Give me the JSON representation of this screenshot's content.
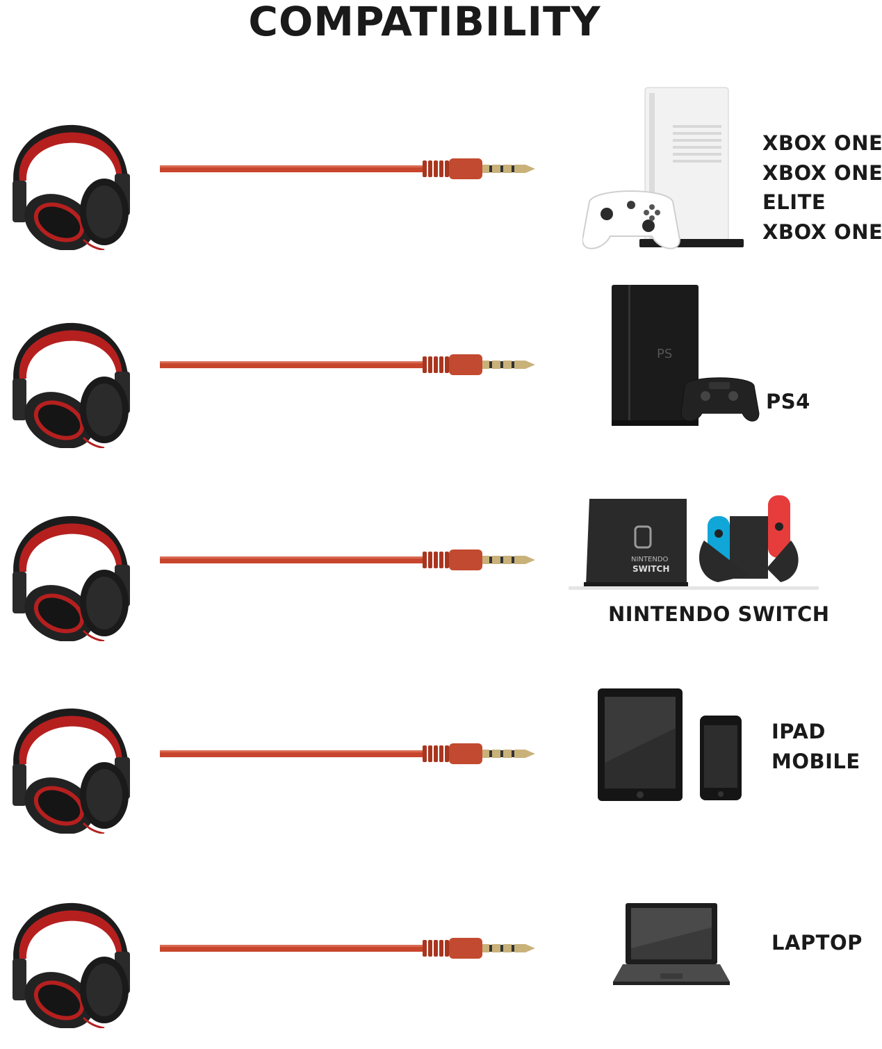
{
  "title": "COMPATIBILITY",
  "rows": [
    {
      "device": "xbox-console-icon",
      "labels": [
        "XBOX ONE",
        "XBOX ONE S",
        "ELITE",
        "XBOX ONE X"
      ]
    },
    {
      "device": "playstation-console-icon",
      "labels": [
        "PS4"
      ]
    },
    {
      "device": "switch-console-icon",
      "labels": [
        "NINTENDO SWITCH"
      ]
    },
    {
      "device": "tablet-phone-icon",
      "labels": [
        "IPAD",
        "MOBILE"
      ]
    },
    {
      "device": "laptop-icon",
      "labels": [
        "LAPTOP"
      ]
    }
  ],
  "colors": {
    "cable": "#c8452d",
    "headphone_black": "#1c1c1c",
    "headphone_red": "#b5201f",
    "plug_metal": "#c9b27a"
  }
}
